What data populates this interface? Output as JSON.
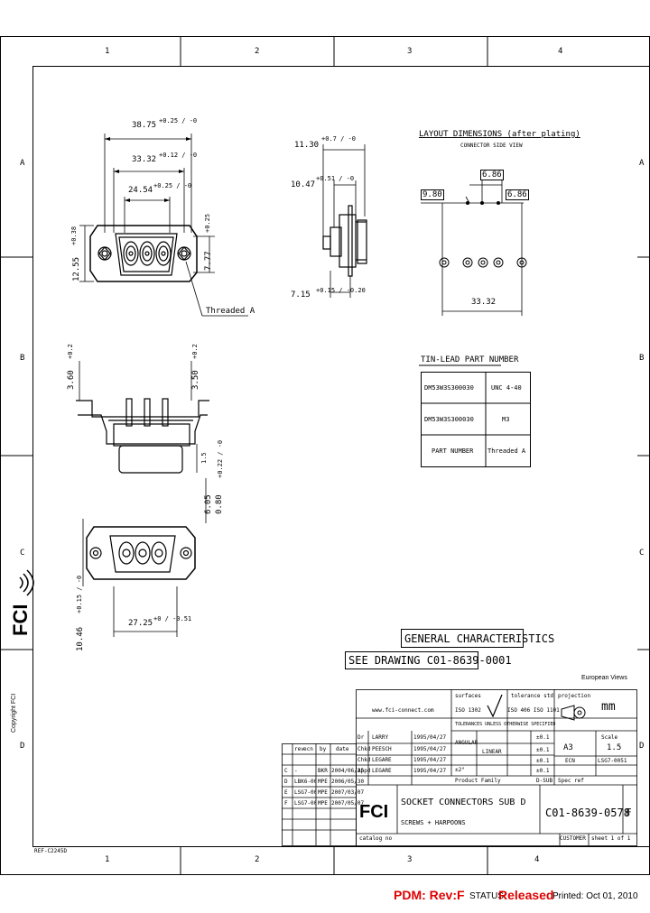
{
  "grid": {
    "columns": [
      "1",
      "2",
      "3",
      "4"
    ],
    "rows": [
      "A",
      "B",
      "C",
      "D"
    ]
  },
  "dimensions": {
    "top_width_1": "38.75",
    "top_tol_1": "+0.25 / -0",
    "top_width_2": "33.32",
    "top_tol_2": "+0.12 / -0",
    "top_width_3": "24.54",
    "top_tol_3": "+0.25 / -0",
    "height_left": "12.55",
    "height_left_tol": "+0.38",
    "height_right": "7.77",
    "height_right_tol": "+0.25",
    "threaded_label": "Threaded A",
    "side_1": "11.30",
    "side_1_tol": "+0.7 / -0",
    "side_2": "10.47",
    "side_2_tol": "+0.51 / -0",
    "side_3": "7.15",
    "side_3_tol": "+0.15 / -0.20",
    "front_h1": "3.60",
    "front_h1_tol": "+0.2",
    "front_h2": "3.50",
    "front_h2_tol": "+0.2",
    "front_d1": "6.05",
    "front_d2": "0.80",
    "front_d2_tol": "+0.22 / -0",
    "front_small": "1.5",
    "bottom_h": "10.46",
    "bottom_h_tol": "+0.15 / -0",
    "bottom_w": "27.25",
    "bottom_w_tol": "+0 / -0.51"
  },
  "layout_cutout": {
    "title": "LAYOUT DIMENSIONS (after plating)",
    "subtitle": "CONNECTOR SIDE VIEW",
    "d1": "6.86",
    "d2": "9.80",
    "d3": "6.86",
    "d4": "33.32"
  },
  "part_table": {
    "title": "TIN-LEAD PART NUMBER",
    "rows": [
      [
        "DM53W3S300030",
        "UNC 4-40"
      ],
      [
        "DM53W3S300030",
        "M3"
      ],
      [
        "PART NUMBER",
        "Threaded A"
      ]
    ]
  },
  "general": {
    "title": "GENERAL CHARACTERISTICS",
    "see_drawing": "SEE DRAWING C01-8639-0001"
  },
  "title_block": {
    "european_views": "European Views",
    "website": "www.fci-connect.com",
    "surface_label": "surfaces",
    "iso_surface": "ISO 1302",
    "tolerance_label": "tolerance std",
    "tolerance_std": "ISO 406  ISO 1101",
    "projection_label": "projection",
    "units": "mm",
    "tolerances_note": "TOLERANCES UNLESS OTHERWISE SPECIFIED",
    "angular_label": "ANGULAR",
    "angular_value": "±2°",
    "linear_label": "LINEAR",
    "tol_x": "±0.1",
    "tol_xx": "±0.1",
    "tol_xxx": "±0.1",
    "tol_xxxx": "±0.1",
    "format": "A3",
    "scale_label": "Scale",
    "scale": "1.5",
    "ecn_label": "ECN",
    "ecn": "LSG7-0051",
    "product_family_label": "Product Family",
    "product_family": "D-SUB",
    "spec_ref_label": "Spec ref",
    "title_line1": "SOCKET CONNECTORS SUB D",
    "title_line2": "SCREWS + HARPOONS",
    "drawing_number": "C01-8639-0578",
    "revision": "F",
    "customer_label": "CUSTOMER",
    "sheet_label": "sheet 1 of 1",
    "catalog_label": "catalog no",
    "signatures": [
      {
        "role": "Dr",
        "name": "LARRY",
        "date": "1995/04/27"
      },
      {
        "role": "Chkd",
        "name": "PEESCH",
        "date": "1995/04/27"
      },
      {
        "role": "Chkd",
        "name": "LEGARE",
        "date": "1995/04/27"
      },
      {
        "role": "Appd",
        "name": "LEGARE",
        "date": "1995/04/27"
      }
    ],
    "revisions": [
      {
        "rev": "F",
        "ecn": "LSG7-0051",
        "by": "MPE",
        "date": "2007/05/07"
      },
      {
        "rev": "E",
        "ecn": "LSG7-0051",
        "by": "MPE",
        "date": "2007/03/07"
      },
      {
        "rev": "D",
        "ecn": "LBK6-0031",
        "by": "MPE",
        "date": "2006/05/30"
      },
      {
        "rev": "C",
        "ecn": "-",
        "by": "BKR",
        "date": "2004/06/25"
      }
    ],
    "rev_header": [
      "rev",
      "ecn",
      "by",
      "date"
    ]
  },
  "copyright": "Copyright FCI",
  "ref_code": "REF-C2245D",
  "footer": {
    "pdm": "PDM: Rev:F",
    "status_label": "STATUS:",
    "status_value": "Released",
    "printed": "Printed: Oct 01, 2010"
  }
}
